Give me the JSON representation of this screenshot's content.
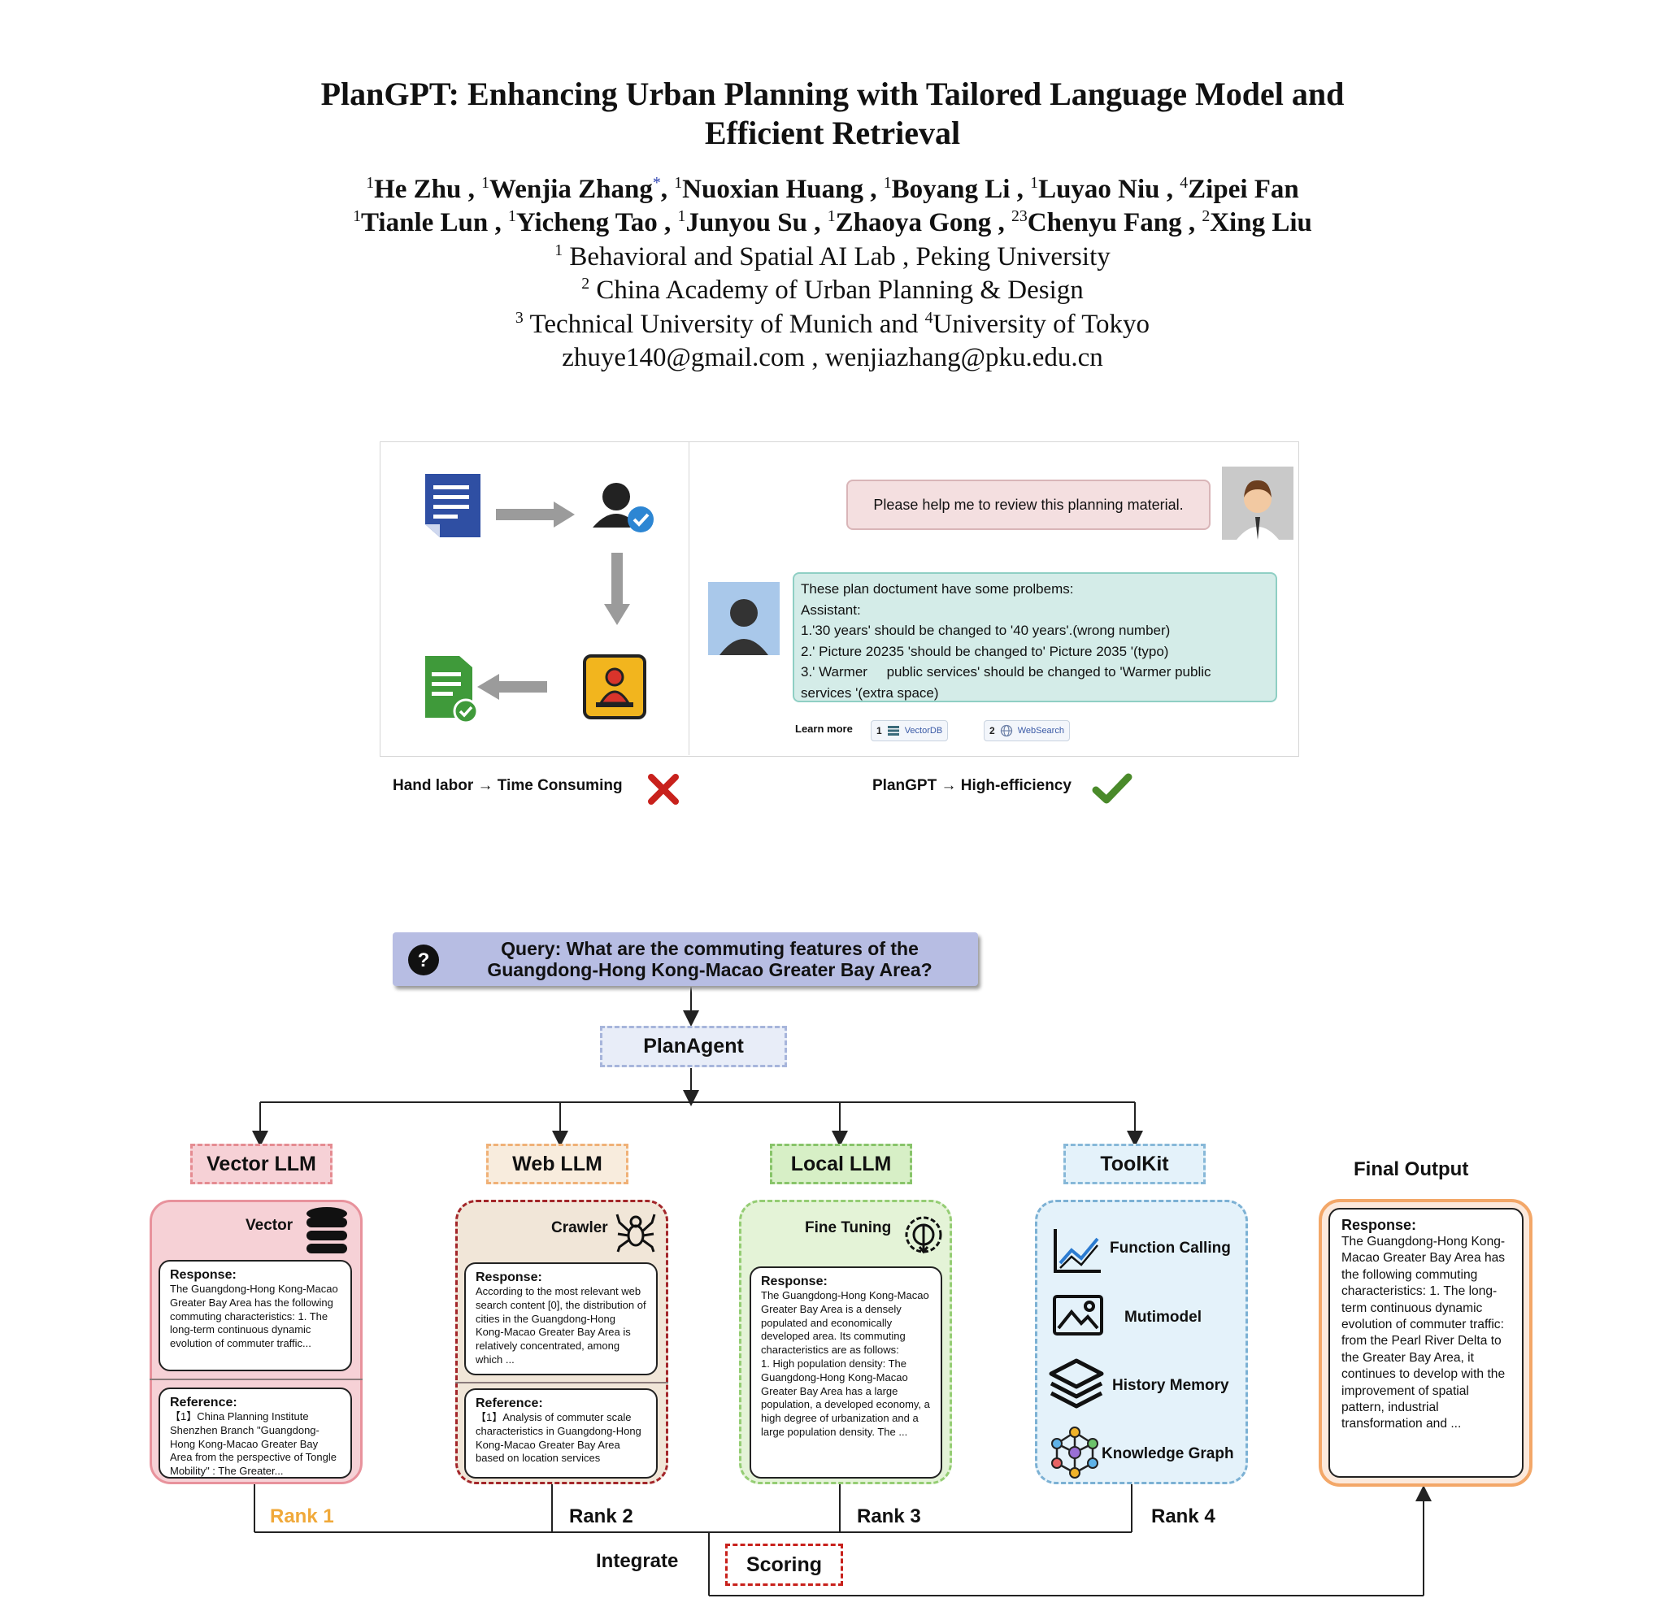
{
  "paper": {
    "title_line1": "PlanGPT: Enhancing Urban Planning with Tailored Language Model and",
    "title_line2": "Efficient Retrieval",
    "authors_line1": [
      {
        "sup": "1",
        "name": "He Zhu",
        "sep": " , "
      },
      {
        "sup": "1",
        "name": "Wenjia Zhang",
        "mark": "*",
        "sep": ", "
      },
      {
        "sup": "1",
        "name": "Nuoxian Huang",
        "sep": " , "
      },
      {
        "sup": "1",
        "name": "Boyang Li",
        "sep": " , "
      },
      {
        "sup": "1",
        "name": "Luyao Niu",
        "sep": " , "
      },
      {
        "sup": "4",
        "name": "Zipei Fan",
        "sep": ""
      }
    ],
    "authors_line2": [
      {
        "sup": "1",
        "name": "Tianle Lun",
        "sep": " , "
      },
      {
        "sup": "1",
        "name": "Yicheng Tao",
        "sep": " , "
      },
      {
        "sup": "1",
        "name": "Junyou Su",
        "sep": " , "
      },
      {
        "sup": "1",
        "name": "Zhaoya Gong",
        "sep": " , "
      },
      {
        "sup": "23",
        "name": "Chenyu Fang",
        "sep": " , "
      },
      {
        "sup": "2",
        "name": "Xing Liu",
        "sep": ""
      }
    ],
    "affiliations": [
      {
        "sup": "1",
        "text": "Behavioral and Spatial AI Lab , Peking University"
      },
      {
        "sup": "2",
        "text": "China Academy of Urban Planning & Design"
      },
      {
        "sup": "3",
        "text": "Technical University of Munich  and ",
        "sup2": "4",
        "text2": "University of Tokyo"
      }
    ],
    "emails": "zhuye140@gmail.com , wenjiazhang@pku.edu.cn"
  },
  "figure1": {
    "user_message": "Please help me to review this planning material.",
    "assistant_lines": [
      "These plan doctument have some prolbems:",
      "Assistant:",
      "1.'30 years' should be changed to '40 years'.(wrong number)",
      "2.' Picture 20235 'should be changed to' Picture 2035 '(typo)",
      "3.' Warmer     public services' should be changed to 'Warmer public",
      "services '(extra space)"
    ],
    "learn_more": "Learn more",
    "chips": [
      {
        "num": "1",
        "label": "VectorDB",
        "icon": "database-icon"
      },
      {
        "num": "2",
        "label": "WebSearch",
        "icon": "globe-icon"
      }
    ],
    "caption_left": "Hand labor → Time Consuming",
    "caption_right": "PlanGPT → High-efficiency",
    "colors": {
      "doc_blue": "#2f4fa3",
      "doc_green": "#3f9a3a",
      "stamp_yellow": "#f2b51e",
      "cross_red": "#c8211c",
      "check_green": "#4a8a2a"
    }
  },
  "figure2": {
    "query": "Query: What are the commuting features of the Guangdong-Hong Kong-Macao Greater Bay Area?",
    "agent": "PlanAgent",
    "modules": [
      {
        "label": "Vector LLM",
        "panel_title": "Vector",
        "icon": "database-icon",
        "response_head": "Response:",
        "response": "The Guangdong-Hong Kong-Macao Greater Bay Area has the following commuting characteristics: 1. The long-term continuous dynamic evolution of commuter traffic...",
        "reference_head": "Reference:",
        "reference": "【1】China Planning Institute Shenzhen Branch \"Guangdong-Hong Kong-Macao Greater Bay Area from the perspective of Tongle Mobility\" : The Greater..."
      },
      {
        "label": "Web LLM",
        "panel_title": "Crawler",
        "icon": "spider-icon",
        "response_head": "Response:",
        "response": "According to the most relevant web search content [0], the distribution of cities in the Guangdong-Hong Kong-Macao Greater Bay Area is relatively concentrated, among which ...",
        "reference_head": "Reference:",
        "reference": "【1】Analysis of commuter scale characteristics in Guangdong-Hong Kong-Macao Greater Bay Area based on location services"
      },
      {
        "label": "Local LLM",
        "panel_title": "Fine Tuning",
        "icon": "fine-tuning-icon",
        "response_head": "Response:",
        "response": "The Guangdong-Hong Kong-Macao Greater Bay Area is a densely populated and economically developed area. Its commuting characteristics are as follows:\n1. High population density: The Guangdong-Hong Kong-Macao Greater Bay Area has a large population, a developed economy, a high degree of urbanization and a large population density. The ..."
      },
      {
        "label": "ToolKit",
        "tools": [
          {
            "label": "Function Calling",
            "icon": "chart-icon"
          },
          {
            "label": "Mutimodel",
            "icon": "image-icon"
          },
          {
            "label": "History Memory",
            "icon": "layers-icon"
          },
          {
            "label": "Knowledge Graph",
            "icon": "network-icon"
          }
        ]
      }
    ],
    "final_title": "Final Output",
    "final_head": "Response:",
    "final_text": "The Guangdong-Hong Kong-Macao Greater Bay Area has the following commuting characteristics: 1. The long-term continuous dynamic evolution of commuter traffic: from the Pearl River Delta to the Greater Bay Area, it continues to develop with the improvement of spatial pattern, industrial transformation and ...",
    "ranks": [
      "Rank 1",
      "Rank 2",
      "Rank 3",
      "Rank 4"
    ],
    "integrate": "Integrate",
    "scoring": "Scoring",
    "colors": {
      "vector": "#f6d1d6",
      "web": "#f1e6d8",
      "local": "#e4f3d7",
      "toolkit": "#e4f2fa",
      "final": "#f3a768",
      "rank1": "#f0a93a",
      "query": "#b7bde3"
    }
  }
}
